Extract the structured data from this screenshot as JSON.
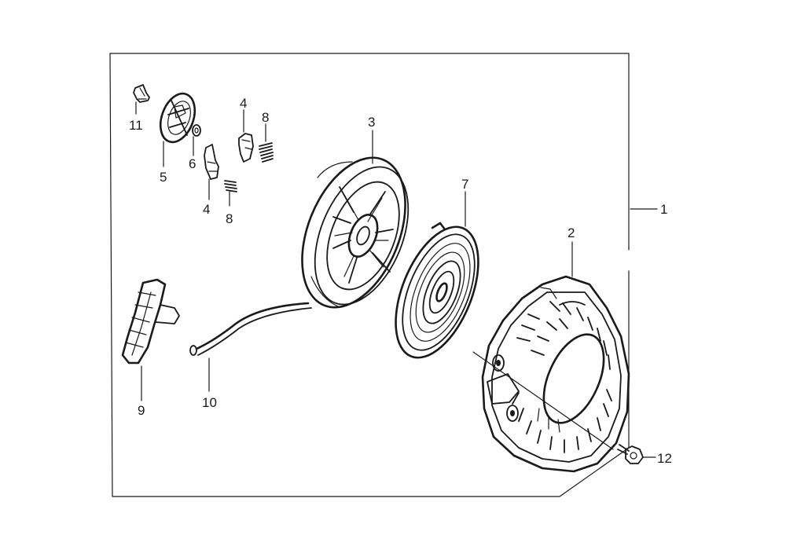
{
  "callouts": {
    "c1": "1",
    "c2": "2",
    "c3": "3",
    "c4a": "4",
    "c4b": "4",
    "c5": "5",
    "c6": "6",
    "c7": "7",
    "c8a": "8",
    "c8b": "8",
    "c9": "9",
    "c10": "10",
    "c11": "11",
    "c12": "12"
  },
  "colors": {
    "ink": "#1a1a1a",
    "background": "#ffffff"
  }
}
